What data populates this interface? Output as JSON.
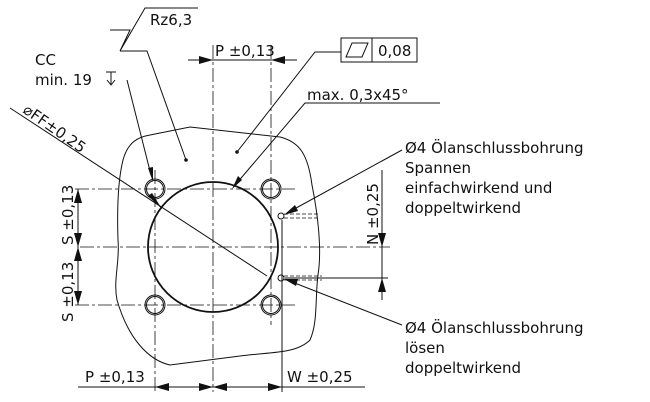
{
  "surface_finish": "Rz6,3",
  "counterbore": {
    "line1": "CC",
    "line2": "min. 19"
  },
  "diameter_label": "⌀FF±0,25",
  "flatness": {
    "symbol": "parallelogram-icon",
    "value": "0,08"
  },
  "chamfer": "max. 0,3x45°",
  "dims": {
    "top_p": "P ±0,13",
    "bottom_p": "P ±0,13",
    "w": "W ±0,25",
    "s_upper": "S ±0,13",
    "s_lower": "S ±0,13",
    "n": "N ±0,25"
  },
  "port_clamp": [
    "Ø4 Ölanschlussbohrung",
    "Spannen",
    "einfachwirkend und",
    "doppeltwirkend"
  ],
  "port_release": [
    "Ø4 Ölanschlussbohrung",
    "lösen",
    "doppeltwirkend"
  ]
}
